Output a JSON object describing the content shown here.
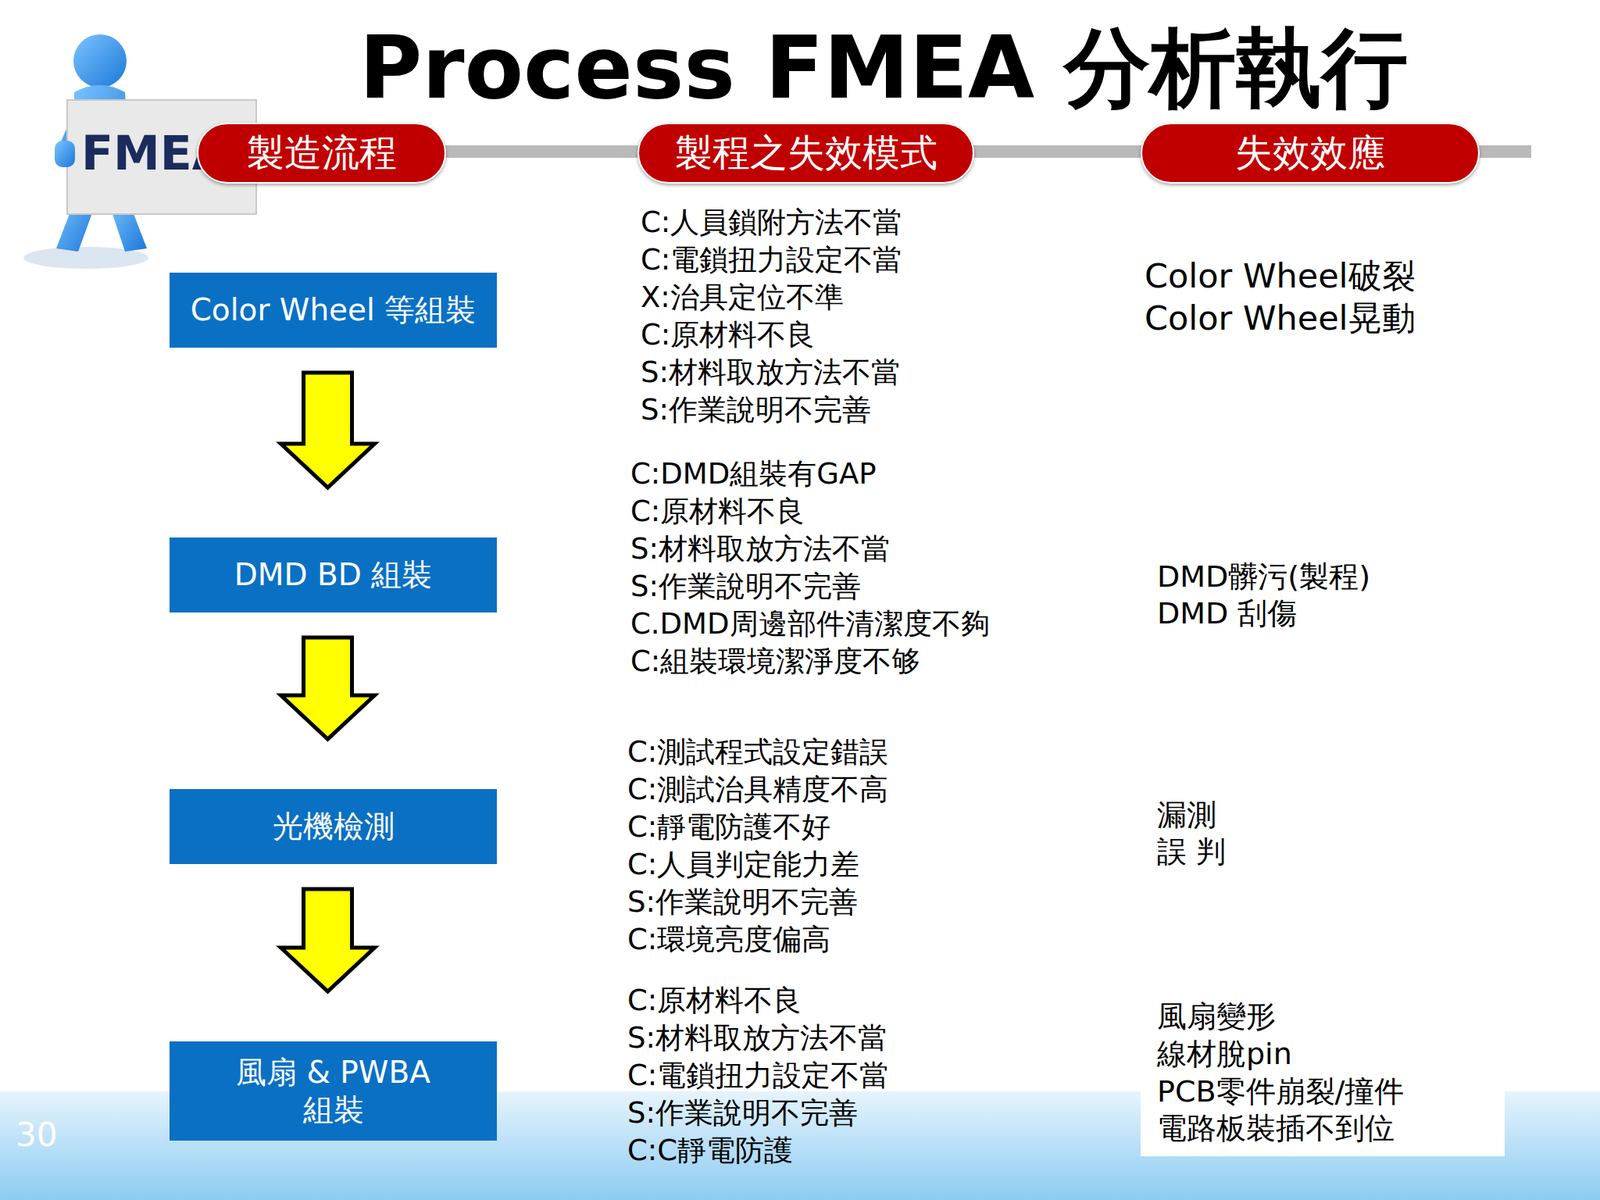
{
  "diagram": {
    "title": "Process FMEA 分析執行",
    "nodes": [
      {
        "text": [
          "製造流程"
        ]
      },
      {
        "text": [
          "製程之失效模式"
        ]
      },
      {
        "text": [
          "失效效應"
        ]
      },
      {
        "text": [
          "Color Wheel 等組裝"
        ]
      },
      {
        "text": [
          "DMD BD 組裝"
        ]
      },
      {
        "text": [
          "光機檢測"
        ]
      },
      {
        "text": [
          "風扇 & PWBA組裝"
        ]
      }
    ],
    "edges": [
      {
        "from": 3,
        "to": 4,
        "arrow": "to"
      },
      {
        "from": 4,
        "to": 5,
        "arrow": "to"
      },
      {
        "from": 5,
        "to": 6,
        "arrow": "to"
      }
    ],
    "labels": [
      "FMEA",
      "C:人員鎖附方法不當",
      "C:電鎖扭力設定不當",
      "X:治具定位不準",
      "C:原材料不良",
      "S:材料取放方法不當",
      "S:作業說明不完善",
      "Color Wheel破裂",
      "Color Wheel晃動",
      "C:DMD組裝有GAP",
      "C:原材料不良",
      "S:材料取放方法不當",
      "S:作業說明不完善",
      "C.DMD周邊部件清潔度不夠",
      "C:組裝環境潔淨度不够",
      "DMD髒污(製程)",
      "DMD 刮傷",
      "C:測試程式設定錯誤",
      "C:測試治具精度不高",
      "C:靜電防護不好",
      "C:人員判定能力差",
      "S:作業說明不完善",
      "C:環境亮度偏高",
      "漏測",
      "誤 判",
      "C:原材料不良",
      "S:材料取放方法不當",
      "C:電鎖扭力設定不當",
      "S:作業說明不完善",
      "C:C靜電防護",
      "風扇變形",
      "線材脫pin",
      "PCB零件崩裂/撞件",
      "電路板裝插不到位",
      "30"
    ]
  }
}
